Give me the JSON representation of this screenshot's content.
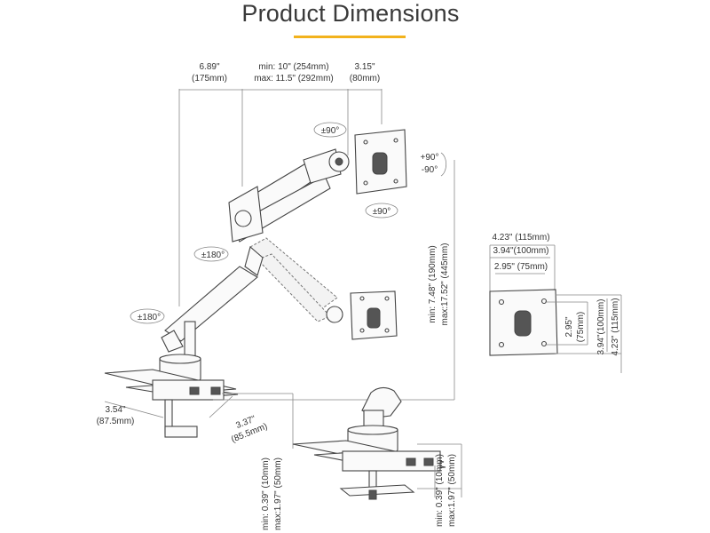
{
  "title": "Product Dimensions",
  "colors": {
    "accent": "#f2b21c",
    "line": "#555555",
    "text": "#333333"
  },
  "arm": {
    "reach_label_1": "6.89\"",
    "reach_label_2": "(175mm)",
    "extension_label_1": "min: 10\" (254mm)",
    "extension_label_2": "max: 11.5\" (292mm)",
    "plate_offset_1": "3.15\"",
    "plate_offset_2": "(80mm)",
    "tilt_1": "+90°",
    "tilt_2": "-90°",
    "swivel_top": "±90°",
    "swivel_plate": "±90°",
    "rotate_mid": "±180°",
    "rotate_base": "±180°",
    "height_1": "min: 7.48\" (190mm)",
    "height_2": "max:17.52\" (445mm)",
    "clamp_depth_1": "3.54\"",
    "clamp_depth_2": "(87.5mm)",
    "clamp_width_1": "3.37\"",
    "clamp_width_2": "(85.5mm)",
    "clamp_thick_1": "min: 0.39\" (10mm)",
    "clamp_thick_2": "max:1.97\" (50mm)"
  },
  "vesa": {
    "outer_w": "4.23\" (115mm)",
    "mid_w": "3.94\"(100mm)",
    "inner_w": "2.95\" (75mm)",
    "inner_h_1": "2.95\"",
    "inner_h_2": "(75mm)",
    "mid_h": "3.94\"(100mm)",
    "outer_h": "4.23\" (115mm)"
  },
  "grommet": {
    "thick_1": "min: 0.39\" (10mm)",
    "thick_2": "max:1.97\" (50mm)"
  }
}
